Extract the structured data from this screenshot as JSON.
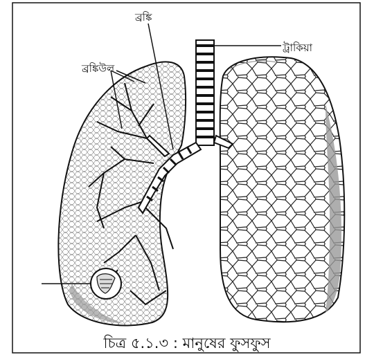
{
  "labels": {
    "bronchi": "ব্রঙ্কি",
    "trachea": "ট্রাকিয়া",
    "bronchiole": "ব্রঙ্কিউল"
  },
  "caption": "চিত্র ৫.১.৩ : মানুষের ফুসফুস",
  "colors": {
    "ink": "#111111",
    "shade": "#9a9a9a",
    "paper": "#ffffff"
  }
}
